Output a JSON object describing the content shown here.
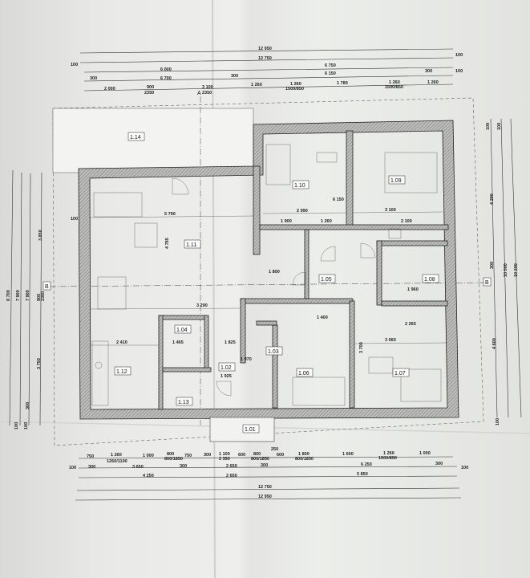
{
  "drawing": {
    "rooms": [
      "1.01",
      "1.02",
      "1.03",
      "1.04",
      "1.05",
      "1.06",
      "1.07",
      "1.08",
      "1.09",
      "1.10",
      "1.11",
      "1.12",
      "1.13",
      "1.14"
    ],
    "section_marks": {
      "a": "A",
      "b": "B"
    },
    "dims_top": {
      "total_outer": "12 950",
      "total_inner": "12 750",
      "row3": [
        "6 000",
        "6 750"
      ],
      "row4": [
        "6 700",
        "6 150"
      ],
      "row4_small": [
        "100",
        "300",
        "300",
        "300",
        "100",
        "100"
      ],
      "row5": [
        "2 000",
        "900",
        "2350",
        "3 100",
        "2350",
        "1 260",
        "1 260",
        "1500/850",
        "1 780",
        "1 260",
        "1500/850",
        "1 260"
      ]
    },
    "dims_bottom": {
      "row1": [
        "750",
        "1 260",
        "1260/1100",
        "1 000",
        "800",
        "800/1850",
        "750",
        "300",
        "1 100",
        "2 350",
        "600",
        "800",
        "800/1850",
        "250",
        "600",
        "1 800",
        "800/1850",
        "1 600",
        "1 260",
        "1500/850",
        "1 000"
      ],
      "row2": [
        "100",
        "300",
        "3 650",
        "300",
        "2 650",
        "300",
        "6 250",
        "300",
        "100"
      ],
      "row3": [
        "4 250",
        "2 650",
        "5 850"
      ],
      "total_inner": "12 750",
      "total_outer": "12 950"
    },
    "dims_left": [
      "8 700",
      "7 900",
      "7 900",
      "3 850",
      "900",
      "2360",
      "3 750",
      "300",
      "100",
      "100",
      "100"
    ],
    "dims_right": [
      "4 290",
      "300",
      "4 600",
      "10 000",
      "10 200",
      "100",
      "100",
      "100"
    ],
    "interior_dims": [
      "5 790",
      "4 785",
      "2 990",
      "3 100",
      "1 900",
      "1 260",
      "2 100",
      "6 150",
      "3 290",
      "2 410",
      "1 465",
      "1 825",
      "1 970",
      "1 925",
      "3 060",
      "3 700",
      "2 265",
      "1 800",
      "1 400",
      "1 960"
    ]
  }
}
